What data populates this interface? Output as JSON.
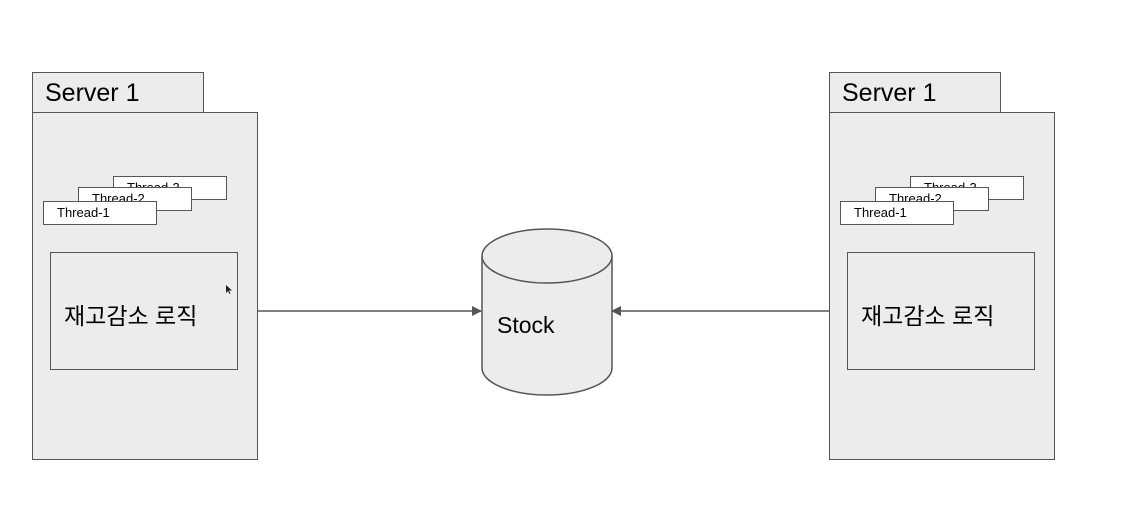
{
  "servers": [
    {
      "title": "Server 1",
      "threads": [
        "Thread-3",
        "Thread-2",
        "Thread-1"
      ],
      "logic_label": "재고감소 로직"
    },
    {
      "title": "Server 1",
      "threads": [
        "Thread-3",
        "Thread-2",
        "Thread-1"
      ],
      "logic_label": "재고감소 로직"
    }
  ],
  "database": {
    "label": "Stock"
  },
  "colors": {
    "fill": "#ececec",
    "stroke": "#555555",
    "arrow": "#555555"
  }
}
